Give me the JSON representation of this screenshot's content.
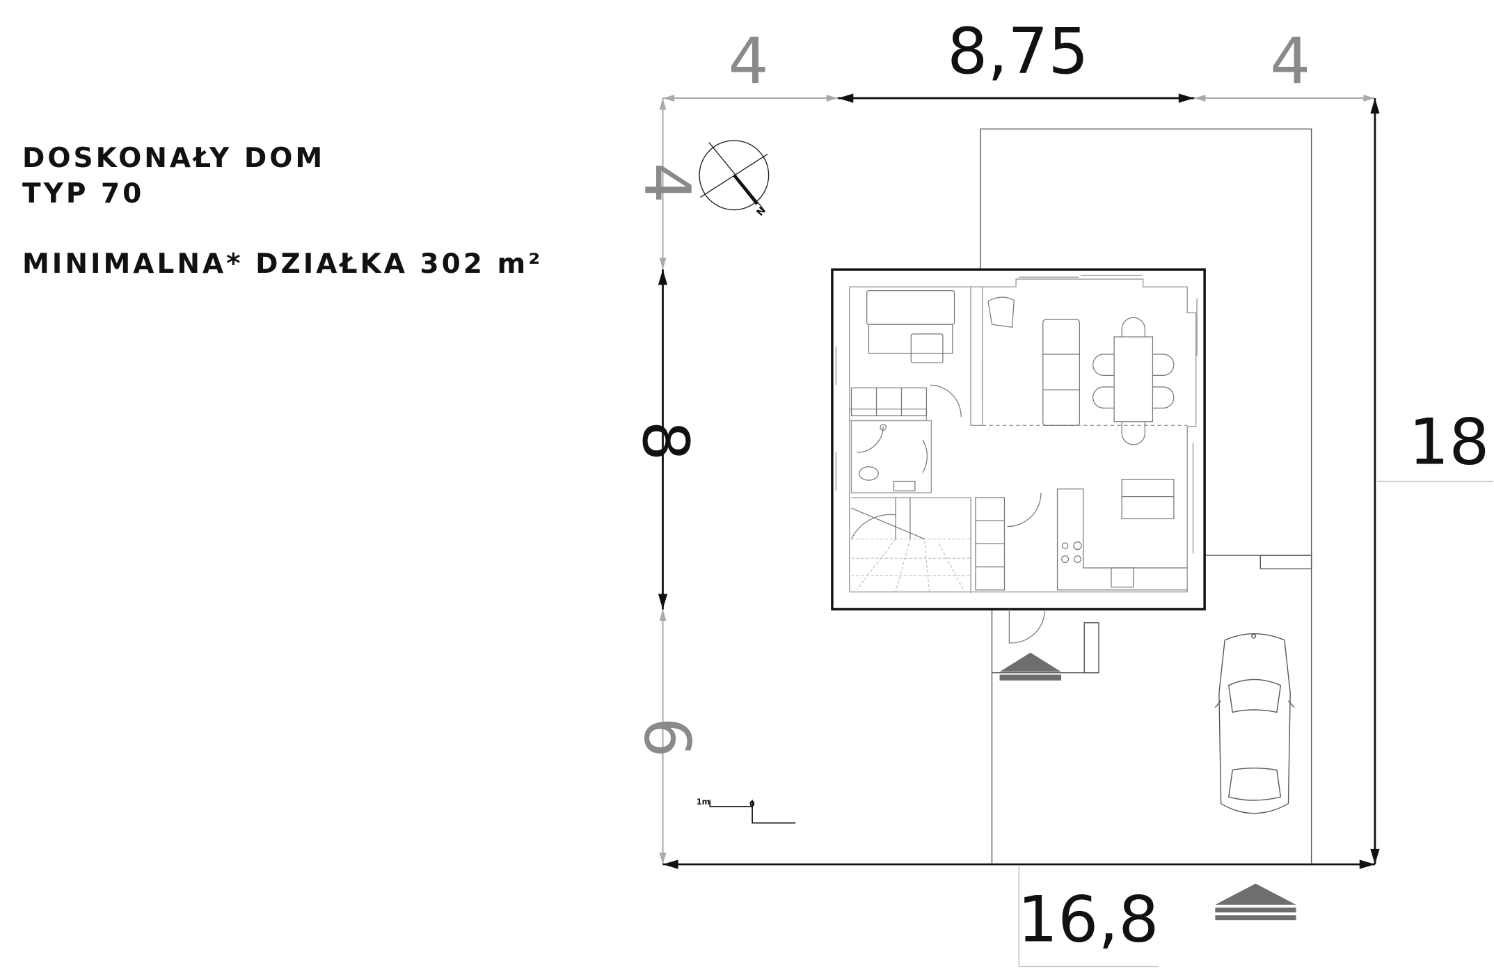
{
  "header": {
    "line1": "DOSKONAŁY DOM",
    "line2": "TYP 70",
    "plot_info": "MINIMALNA* DZIAŁKA 302 m²"
  },
  "dimensions": {
    "top_left": "4",
    "top_center": "8,75",
    "top_right": "4",
    "left_top": "4",
    "left_center": "8",
    "left_bottom": "6",
    "right": "18",
    "bottom": "16,8"
  },
  "scale_bar": {
    "left_label": "1m",
    "right_label": "0"
  },
  "compass": {
    "label": "N"
  },
  "colors": {
    "primary": "#111111",
    "secondary_dim": "#8a8a8a",
    "wall": "#999999",
    "arrow": "#6e6e6e"
  }
}
